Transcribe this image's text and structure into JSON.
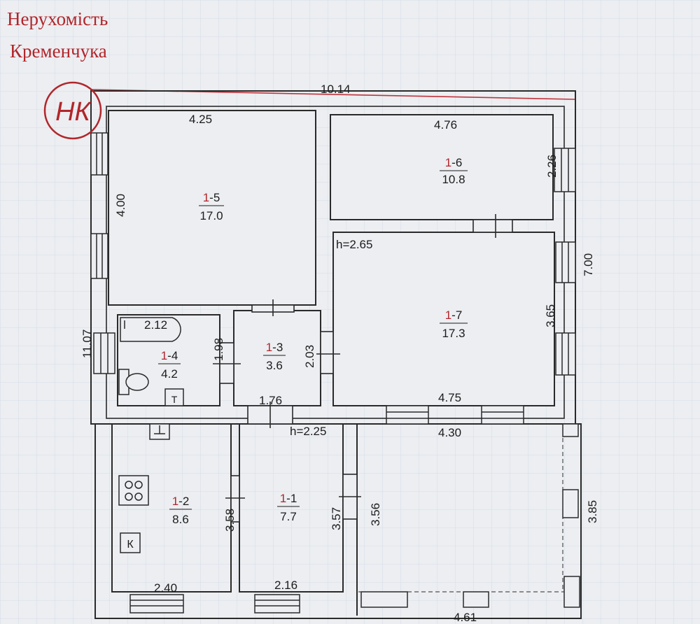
{
  "watermark": {
    "line1": "Нерухомість",
    "line2": "Кременчука",
    "logo_letters": "НК"
  },
  "colors": {
    "wall": "#2a2a2a",
    "outline": "#c0333b",
    "room_prefix": "#b1262b",
    "paper": "#e9eaee",
    "grid": "#c9d6e6"
  },
  "dimensions": {
    "top_total": "10.14",
    "left_total": "11.07",
    "right_upper": "7.00",
    "bottom_total": "4.61",
    "right_lower": "3.85",
    "mid_width": "4.30"
  },
  "heights": {
    "upper": "h=2.65",
    "lower": "h=2.25"
  },
  "rooms": [
    {
      "id": "1-5",
      "prefix": "1",
      "suffix": "-5",
      "area": "17.0",
      "width": "4.25",
      "length": "4.00"
    },
    {
      "id": "1-6",
      "prefix": "1",
      "suffix": "-6",
      "area": "10.8",
      "width": "4.76",
      "length": "2.26"
    },
    {
      "id": "1-7",
      "prefix": "1",
      "suffix": "-7",
      "area": "17.3",
      "width": "4.75",
      "length": "3.65"
    },
    {
      "id": "1-4",
      "prefix": "1",
      "suffix": "-4",
      "area": "4.2",
      "width": "2.12",
      "length": "1.98"
    },
    {
      "id": "1-3",
      "prefix": "1",
      "suffix": "-3",
      "area": "3.6",
      "width": "1.76",
      "length": "2.03"
    },
    {
      "id": "1-2",
      "prefix": "1",
      "suffix": "-2",
      "area": "8.6",
      "width": "2.40",
      "length": "3.58"
    },
    {
      "id": "1-1",
      "prefix": "1",
      "suffix": "-1",
      "area": "7.7",
      "width": "2.16",
      "length": "3.57"
    }
  ],
  "extra_labels": {
    "terrace_depth": "3.56"
  },
  "symbols": {
    "kitchen_letter": "К",
    "tap_letter": "Т"
  }
}
